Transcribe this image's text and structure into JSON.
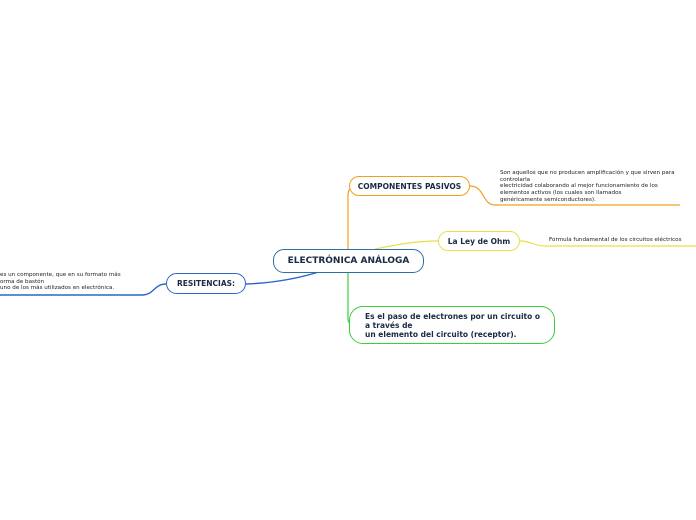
{
  "central": {
    "label": "ELECTRÓNICA ANÁLOGA"
  },
  "branches": {
    "pasivos": {
      "label": "COMPONENTES PASIVOS",
      "note": "Son aquellos que no producen amplificación y que sirven para controlarla\nelectricidad colaborando al mejor funcionamiento de los elementos activos (los cuales son llamados\ngenéricamente semiconductores).",
      "color": "#f0a020"
    },
    "ohm": {
      "label": "La Ley de Ohm",
      "note": "Formula fundamental de los circuitos eléctricos",
      "color": "#e8e04a"
    },
    "paso": {
      "label": "Es el paso de electrones por un circuito o a través de\nun elemento del circuito (receptor).",
      "color": "#3ccf3c"
    },
    "resistencias": {
      "label": "RESITENCIAS:",
      "note": "es un componente, que en su formato más\norma de bastón\n uno de los más utilizados en electrónica.",
      "color": "#2a66c8"
    }
  }
}
